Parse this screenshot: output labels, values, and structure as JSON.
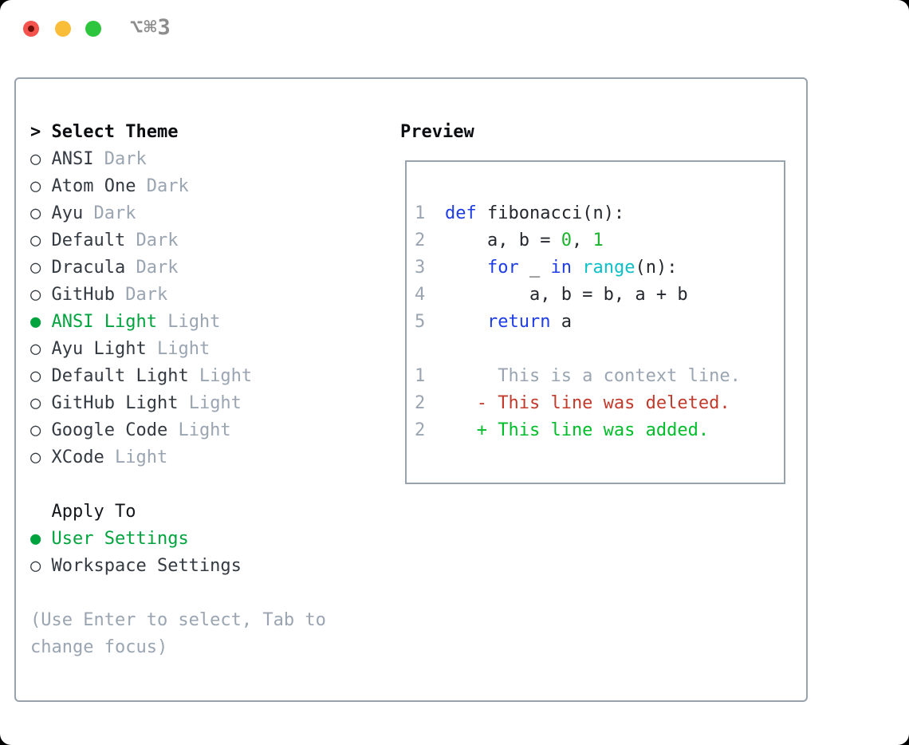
{
  "window": {
    "shortcut_label": "⌥⌘3",
    "traffic_lights": {
      "close": "#f4544d",
      "minimize": "#f9bd39",
      "zoom": "#2dc53d"
    }
  },
  "panel": {
    "title_prefix": ">",
    "title": "Select Theme",
    "bullet_unselected": "○",
    "bullet_selected": "●",
    "themes": [
      {
        "name": "ANSI",
        "variant": "Dark",
        "selected": false
      },
      {
        "name": "Atom One",
        "variant": "Dark",
        "selected": false
      },
      {
        "name": "Ayu",
        "variant": "Dark",
        "selected": false
      },
      {
        "name": "Default",
        "variant": "Dark",
        "selected": false
      },
      {
        "name": "Dracula",
        "variant": "Dark",
        "selected": false
      },
      {
        "name": "GitHub",
        "variant": "Dark",
        "selected": false
      },
      {
        "name": "ANSI Light",
        "variant": "Light",
        "selected": true
      },
      {
        "name": "Ayu Light",
        "variant": "Light",
        "selected": false
      },
      {
        "name": "Default Light",
        "variant": "Light",
        "selected": false
      },
      {
        "name": "GitHub Light",
        "variant": "Light",
        "selected": false
      },
      {
        "name": "Google Code",
        "variant": "Light",
        "selected": false
      },
      {
        "name": "XCode",
        "variant": "Light",
        "selected": false
      }
    ],
    "apply_to": {
      "label": "Apply To",
      "options": [
        {
          "name": "User Settings",
          "selected": true
        },
        {
          "name": "Workspace Settings",
          "selected": false
        }
      ]
    },
    "help_lines": [
      "(Use Enter to select, Tab to",
      "change focus)"
    ]
  },
  "preview": {
    "title": "Preview",
    "code_lines": [
      {
        "num": "1",
        "tokens": [
          [
            "kw",
            "def"
          ],
          [
            "plain",
            " fibonacci(n):"
          ]
        ]
      },
      {
        "num": "2",
        "tokens": [
          [
            "plain",
            "    a, b = "
          ],
          [
            "num",
            "0"
          ],
          [
            "plain",
            ", "
          ],
          [
            "num",
            "1"
          ]
        ]
      },
      {
        "num": "3",
        "tokens": [
          [
            "plain",
            "    "
          ],
          [
            "kw",
            "for"
          ],
          [
            "plain",
            " _ "
          ],
          [
            "kw",
            "in"
          ],
          [
            "plain",
            " "
          ],
          [
            "fn",
            "range"
          ],
          [
            "plain",
            "(n):"
          ]
        ]
      },
      {
        "num": "4",
        "tokens": [
          [
            "plain",
            "        a, b = b, a + b"
          ]
        ]
      },
      {
        "num": "5",
        "tokens": [
          [
            "plain",
            "    "
          ],
          [
            "kw",
            "return"
          ],
          [
            "plain",
            " a"
          ]
        ]
      }
    ],
    "diff_lines": [
      {
        "num": "1",
        "tokens": [
          [
            "dim",
            "     This is a context line."
          ]
        ]
      },
      {
        "num": "2",
        "tokens": [
          [
            "del",
            "   - This line was deleted."
          ]
        ]
      },
      {
        "num": "2",
        "tokens": [
          [
            "add",
            "   + This line was added."
          ]
        ]
      }
    ]
  },
  "colors": {
    "ui_selected_green": "#00a33e",
    "keyword_blue": "#1e3de4",
    "function_cyan": "#0bc0c9",
    "number_green": "#18b42b",
    "diff_deleted_red": "#c23a2b",
    "diff_added_green": "#00bd2a",
    "dim_gray": "#9aa5b1",
    "text_dark": "#343a41",
    "border_gray": "#98a2ac"
  }
}
